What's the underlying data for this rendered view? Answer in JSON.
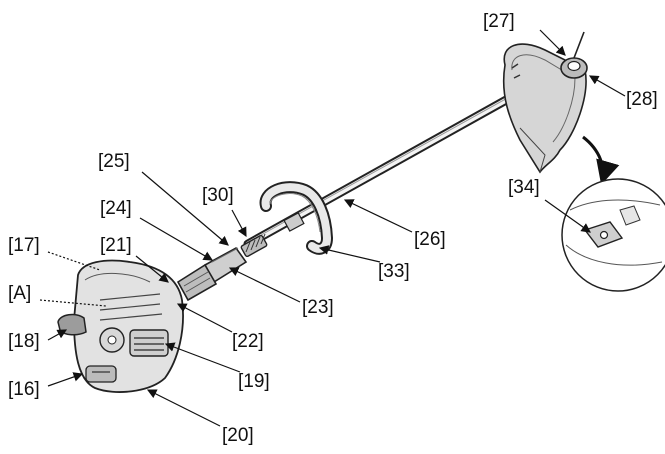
{
  "callouts": [
    {
      "id": "c27",
      "text": "[27]"
    },
    {
      "id": "c28",
      "text": "[28]"
    },
    {
      "id": "c25",
      "text": "[25]"
    },
    {
      "id": "c30",
      "text": "[30]"
    },
    {
      "id": "c34",
      "text": "[34]"
    },
    {
      "id": "c24",
      "text": "[24]"
    },
    {
      "id": "c26",
      "text": "[26]"
    },
    {
      "id": "c17",
      "text": "[17]"
    },
    {
      "id": "c21",
      "text": "[21]"
    },
    {
      "id": "c33",
      "text": "[33]"
    },
    {
      "id": "cA",
      "text": "[A]"
    },
    {
      "id": "c23",
      "text": "[23]"
    },
    {
      "id": "c18",
      "text": "[18]"
    },
    {
      "id": "c22",
      "text": "[22]"
    },
    {
      "id": "c19",
      "text": "[19]"
    },
    {
      "id": "c16",
      "text": "[16]"
    },
    {
      "id": "c20",
      "text": "[20]"
    }
  ]
}
